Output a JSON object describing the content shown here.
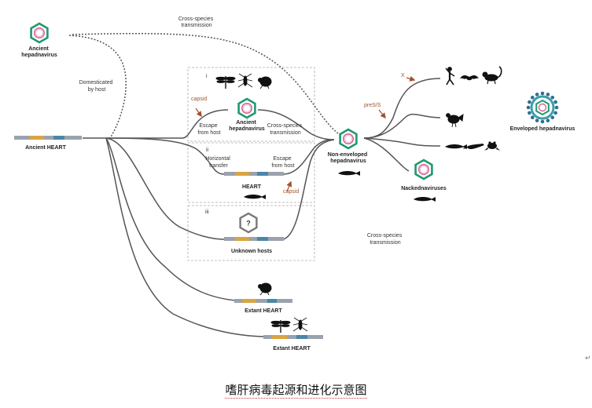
{
  "labels": {
    "ancient_hepadnavirus": [
      "Ancient",
      "hepadnavirus"
    ],
    "ancient_heart": "Ancient HEART",
    "domesticated": [
      "Domesticated",
      "by host"
    ],
    "cross_species_top": [
      "Cross-species",
      "transmission"
    ],
    "box_i": "i",
    "box_ii": "ii",
    "box_iii": "iii",
    "capsid_1": "capsid",
    "capsid_2": "capsid",
    "escape_host_1": [
      "Escape",
      "from host"
    ],
    "ancient_hepadnavirus_mid": [
      "Ancient",
      "hepadnavirus"
    ],
    "cross_species_mid": [
      "Cross-species",
      "transmission"
    ],
    "horizontal_transfer": [
      "Horizontal",
      "transfer"
    ],
    "escape_host_2": [
      "Escape",
      "from host"
    ],
    "heart": "HEART",
    "unknown_hosts": "Unknown hosts",
    "unknown_symbol": "?",
    "non_enveloped": [
      "Non-enveloped",
      "hepadnavirus"
    ],
    "pre_s": "preS/S",
    "x_mark": "X",
    "enveloped": "Enveloped hepadnavirus",
    "nackednaviruses": "Nackednaviruses",
    "cross_species_bottom": [
      "Cross-species",
      "transmission"
    ],
    "extant_heart_1": "Extant HEART",
    "extant_heart_2": "Extant HEART"
  },
  "caption": "嗜肝病毒起源和进化示意图",
  "para_mark": "↵",
  "colors": {
    "hex_outline": "#1d9a6c",
    "ring_pink": "#d8609c",
    "ring_teal": "#3a9fb0",
    "spike_blue": "#2f6f8f",
    "heart_gold": "#d9a441",
    "heart_blue": "#4a86a8",
    "heart_grey": "#9aa3ad",
    "path": "#555555",
    "arrow_brown": "#a0522d",
    "box_dash": "#aaaaaa"
  },
  "icons": [
    "dragonfly-icon",
    "mosquito-icon",
    "beetle-icon",
    "fish-icon",
    "human-icon",
    "bat-icon",
    "lemur-icon",
    "bird-icon",
    "crocodile-icon",
    "frog-icon"
  ]
}
